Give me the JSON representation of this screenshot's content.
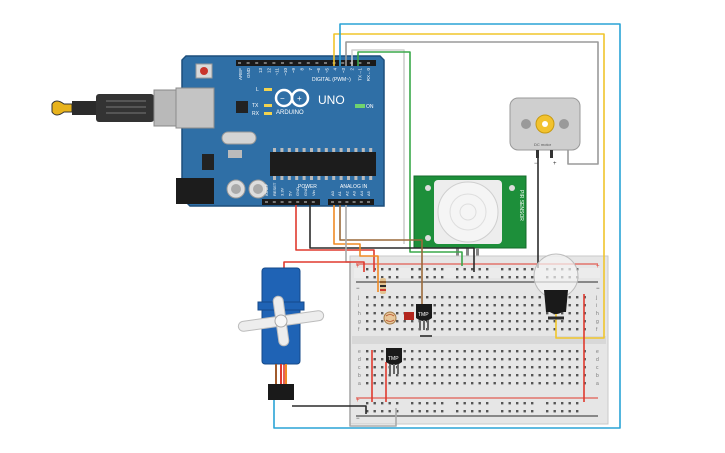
{
  "canvas": {
    "background": "#ffffff"
  },
  "arduino": {
    "logo_text": "ARDUINO",
    "model": "UNO",
    "on_label": "ON",
    "tx_label": "TX",
    "rx_label": "RX",
    "l_label": "L",
    "digital_label": "DIGITAL (PWM~)",
    "aref_label": "AREF",
    "gnd_label": "GND",
    "power_label": "POWER",
    "analog_label": "ANALOG IN",
    "board_color": "#2f6fa6",
    "digital_pins": [
      "13",
      "12",
      "~11",
      "~10",
      "~9",
      "8",
      "7",
      "~6",
      "~5",
      "4",
      "~3",
      "2",
      "TX→1",
      "RX←0"
    ],
    "power_pins": [
      "IOREF",
      "RESET",
      "3.3V",
      "5V",
      "GND",
      "GND",
      "Vin"
    ],
    "analog_pins": [
      "A0",
      "A1",
      "A2",
      "A3",
      "A4",
      "A5"
    ]
  },
  "pir_sensor": {
    "color": "#1d8f3a",
    "side_label": "PIR SENSOR"
  },
  "motor": {
    "label": "DC motor",
    "pin_minus": "−",
    "pin_plus": "+"
  },
  "breadboard": {
    "row_labels_top": [
      "j",
      "i",
      "h",
      "g",
      "f"
    ],
    "row_labels_bottom": [
      "e",
      "d",
      "c",
      "b",
      "a"
    ],
    "rail_plus": "+",
    "rail_minus": "−"
  },
  "temp_sensor_1": {
    "label": "TMP"
  },
  "temp_sensor_2": {
    "label": "TMP"
  },
  "servo": {
    "color": "#1f63b5"
  },
  "wire_colors": {
    "red": "#e03a2e",
    "black": "#2b2b2b",
    "orange": "#f08a24",
    "brown": "#9a6a3a",
    "green": "#3aa84a",
    "yellow": "#f0c52c",
    "blue": "#2aa3d6",
    "gray": "#9a9a9a",
    "white": "#d8d8d8"
  }
}
